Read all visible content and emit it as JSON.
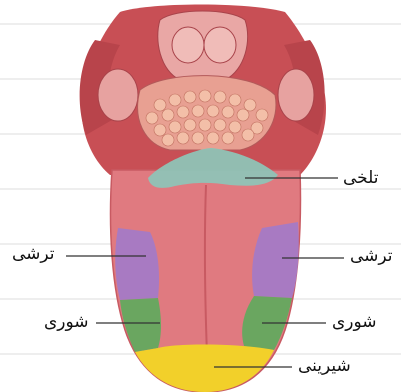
{
  "labels": {
    "bitter": "تلخی",
    "sour_left": "ترشی",
    "sour_right": "ترشی",
    "salty_left": "شوری",
    "salty_right": "شوری",
    "sweet": "شیرینی"
  },
  "colors": {
    "tongue": "#e07a80",
    "tongue_dark": "#c85a62",
    "throat": "#c84f55",
    "bitter_zone": "#8fc3b6",
    "sour_zone": "#a87ac2",
    "salty_zone": "#6aa660",
    "sweet_zone": "#f2d02a",
    "rule_lines": "#dcdcdc"
  }
}
